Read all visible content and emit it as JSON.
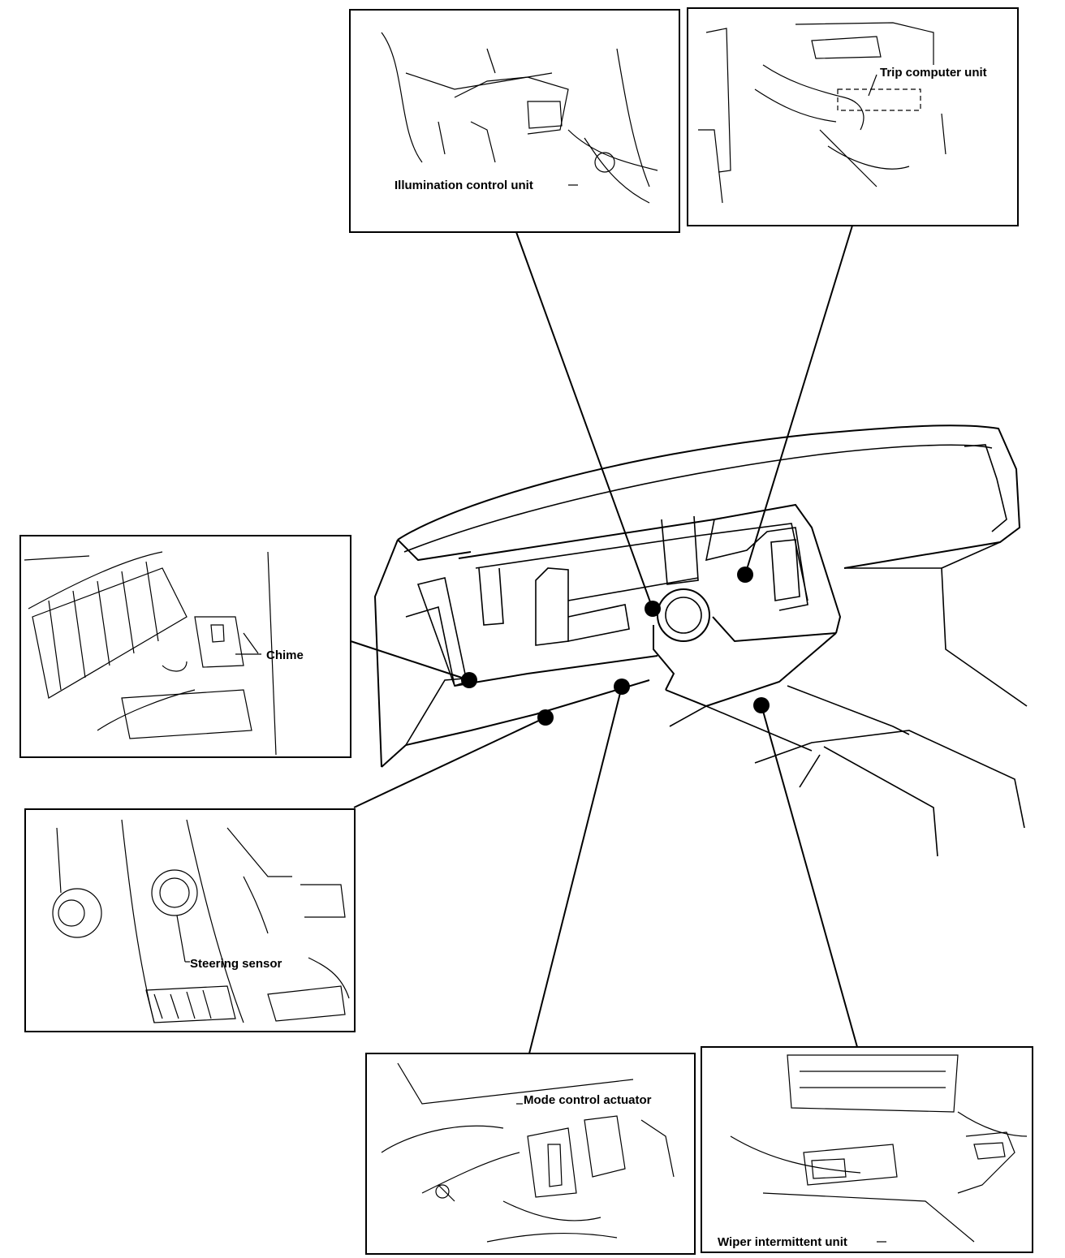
{
  "labels": {
    "illumination": "Illumination control unit",
    "trip": "Trip computer unit",
    "chime": "Chime",
    "steering": "Steering sensor",
    "mode": "Mode control actuator",
    "wiper": "Wiper intermittent unit"
  },
  "colors": {
    "ink": "#000000",
    "paper": "#ffffff"
  }
}
